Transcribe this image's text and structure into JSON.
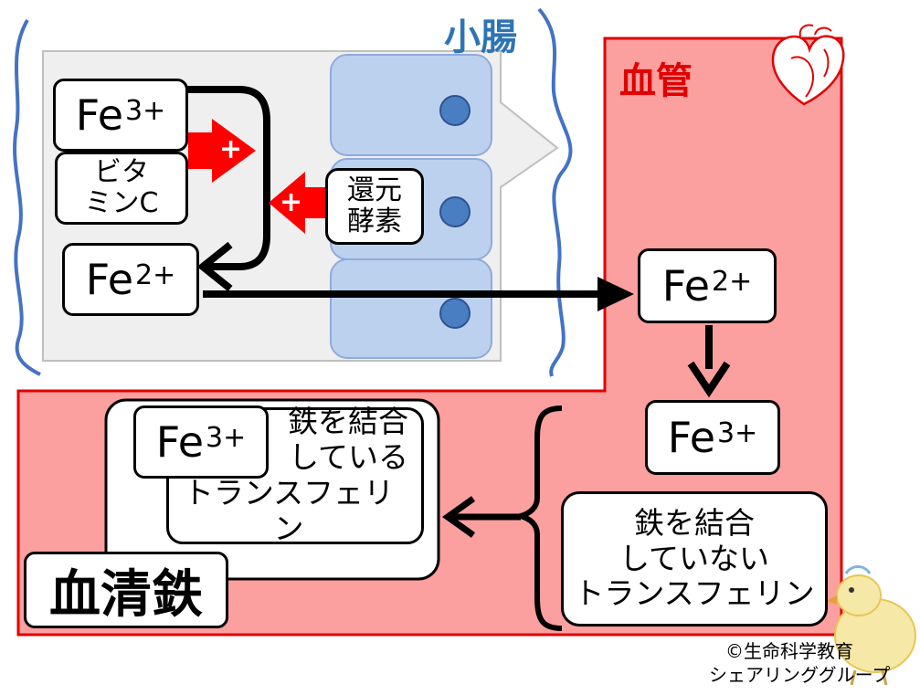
{
  "regions": {
    "intestine_label": "小腸",
    "blood_vessel_label": "血管"
  },
  "intestine": {
    "fe3": {
      "symbol": "Fe",
      "charge": "3+"
    },
    "vitamin_c": [
      "ビタ",
      "ミンC"
    ],
    "fe2": {
      "symbol": "Fe",
      "charge": "2+"
    },
    "reductase": [
      "還元",
      "酵素"
    ],
    "plus_sign": "+"
  },
  "vessel": {
    "fe2": {
      "symbol": "Fe",
      "charge": "2+"
    },
    "fe3": {
      "symbol": "Fe",
      "charge": "3+"
    },
    "unbound_transferrin": [
      "鉄を結合",
      "していない",
      "トランスフェリン"
    ],
    "bound_fe3": {
      "symbol": "Fe",
      "charge": "3+"
    },
    "bound_transferrin": [
      "鉄を結合",
      "している",
      "トランスフェリン"
    ],
    "serum_iron": "血清鉄"
  },
  "credit": [
    "©生命科学教育",
    "シェアリンググループ"
  ],
  "colors": {
    "vessel_fill": "#fc9f9f",
    "vessel_border": "#e00000",
    "intestine_fill": "#efefef",
    "cell_fill": "#bcd1ee",
    "nucleus": "#4a7ec2",
    "brace_blue": "#4472c4",
    "plus_arrow": "#ff0000"
  }
}
